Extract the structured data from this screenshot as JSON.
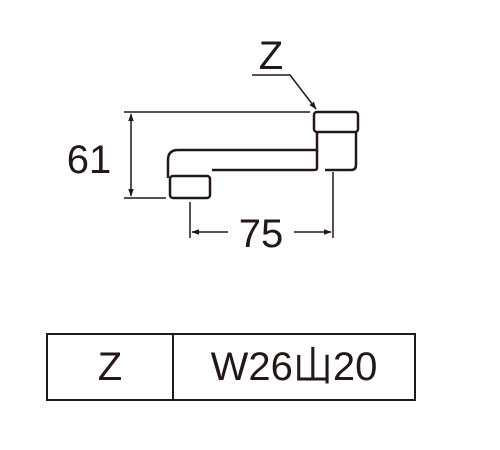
{
  "colors": {
    "line": "#231815",
    "background": "#ffffff"
  },
  "drawing": {
    "callout_label": "Z",
    "height_dimension": "61",
    "length_dimension": "75"
  },
  "spec_table": {
    "rows": [
      {
        "key": "Z",
        "value": "W26山20"
      }
    ]
  }
}
